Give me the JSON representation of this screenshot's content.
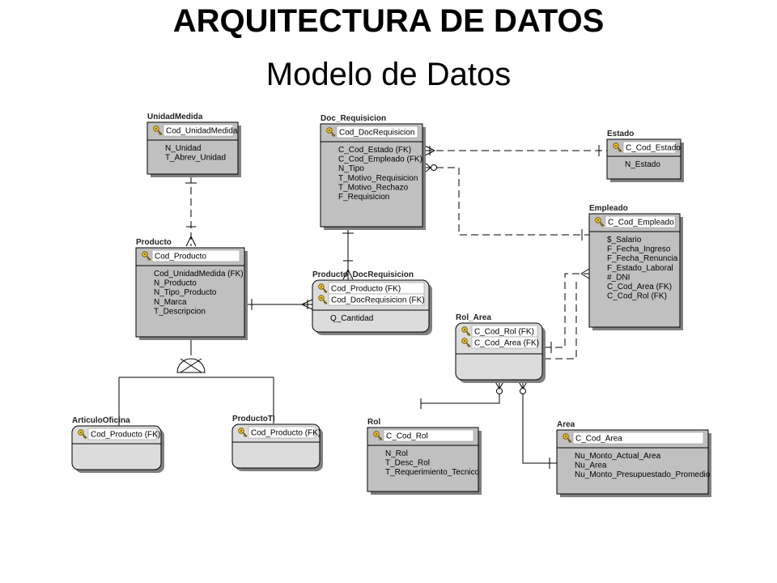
{
  "title": "ARQUITECTURA DE DATOS",
  "subtitle": "Modelo de Datos",
  "entities": {
    "unidadmedida": {
      "name": "UnidadMedida",
      "keys": [
        "Cod_UnidadMedida"
      ],
      "attrs": [
        "N_Unidad",
        "T_Abrev_Unidad"
      ]
    },
    "doc_requisicion": {
      "name": "Doc_Requisicion",
      "keys": [
        "Cod_DocRequisicion"
      ],
      "attrs": [
        "C_Cod_Estado (FK)",
        "C_Cod_Empleado (FK)",
        "N_Tipo",
        "T_Motivo_Requisicion",
        "T_Motivo_Rechazo",
        "F_Requisicion"
      ]
    },
    "estado": {
      "name": "Estado",
      "keys": [
        "C_Cod_Estado"
      ],
      "attrs": [
        "N_Estado"
      ]
    },
    "empleado": {
      "name": "Empleado",
      "keys": [
        "C_Cod_Empleado"
      ],
      "attrs": [
        "$_Salario",
        "F_Fecha_Ingreso",
        "F_Fecha_Renuncia",
        "F_Estado_Laboral",
        "#_DNI",
        "C_Cod_Area (FK)",
        "C_Cod_Rol (FK)"
      ]
    },
    "producto": {
      "name": "Producto",
      "keys": [
        "Cod_Producto"
      ],
      "attrs": [
        "Cod_UnidadMedida (FK)",
        "N_Producto",
        "N_Tipo_Producto",
        "N_Marca",
        "T_Descripcion"
      ]
    },
    "producto_docrequisicion": {
      "name": "Producto_DocRequisicion",
      "keys": [
        "Cod_Producto (FK)",
        "Cod_DocRequisicion (FK)"
      ],
      "attrs": [
        "Q_Cantidad"
      ]
    },
    "rol_area": {
      "name": "Rol_Area",
      "keys": [
        "C_Cod_Rol (FK)",
        "C_Cod_Area (FK)"
      ],
      "attrs": []
    },
    "articulooficina": {
      "name": "ArticuloOficina",
      "keys": [
        "Cod_Producto (FK)"
      ],
      "attrs": []
    },
    "productoti": {
      "name": "ProductoTI",
      "keys": [
        "Cod_Producto (FK)"
      ],
      "attrs": []
    },
    "rol": {
      "name": "Rol",
      "keys": [
        "C_Cod_Rol"
      ],
      "attrs": [
        "N_Rol",
        "T_Desc_Rol",
        "T_Requerimiento_Tecnico"
      ]
    },
    "area": {
      "name": "Area",
      "keys": [
        "C_Cod_Area"
      ],
      "attrs": [
        "Nu_Monto_Actual_Area",
        "Nu_Area",
        "Nu_Monto_Presupuestado_Promedio"
      ]
    }
  },
  "icons": {
    "key": "key-icon"
  },
  "colors": {
    "independent_fill": "#c0c0c0",
    "dependent_fill": "#dcdcdc",
    "shadow": "#808080",
    "line": "#000000"
  }
}
